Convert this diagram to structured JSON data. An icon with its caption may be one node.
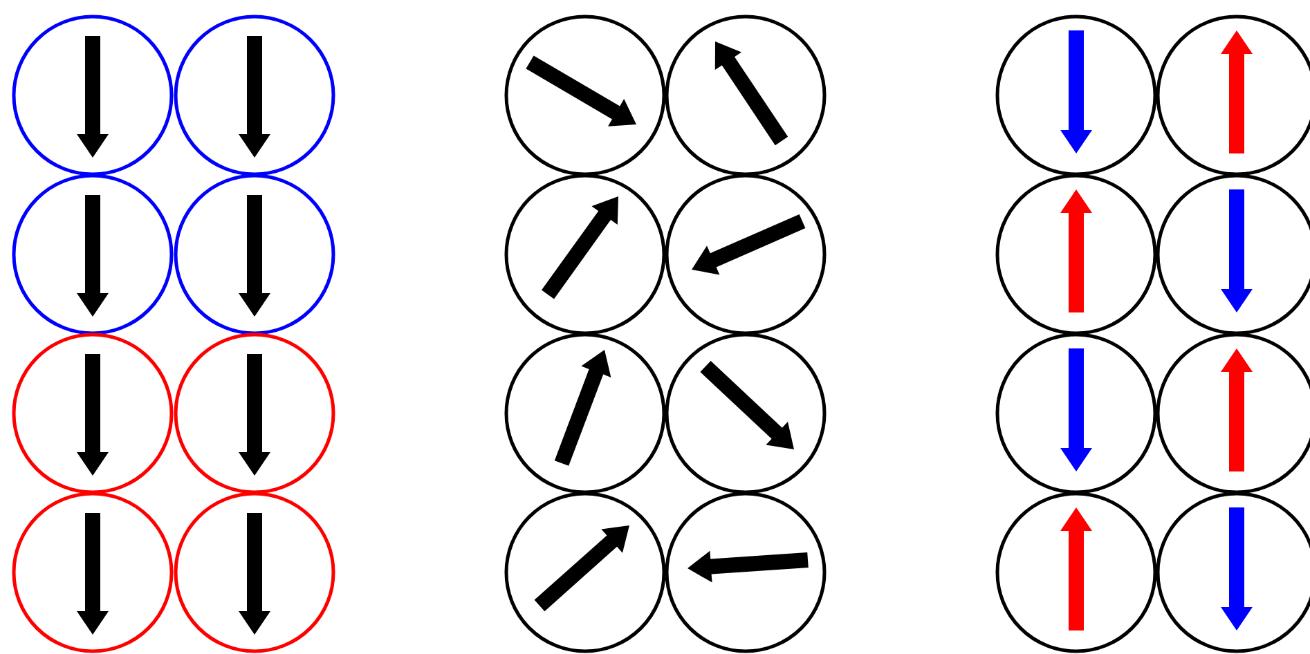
{
  "diagram": {
    "nodes": [
      {
        "text": [],
        "shape": "circle"
      },
      {
        "text": [],
        "shape": "circle"
      },
      {
        "text": [],
        "shape": "circle"
      },
      {
        "text": [],
        "shape": "circle"
      },
      {
        "text": [],
        "shape": "circle"
      },
      {
        "text": [],
        "shape": "circle"
      },
      {
        "text": [],
        "shape": "circle"
      },
      {
        "text": [],
        "shape": "circle"
      },
      {
        "text": [],
        "shape": "circle"
      },
      {
        "text": [],
        "shape": "circle"
      },
      {
        "text": [],
        "shape": "circle"
      },
      {
        "text": [],
        "shape": "circle"
      },
      {
        "text": [],
        "shape": "circle"
      },
      {
        "text": [],
        "shape": "circle"
      },
      {
        "text": [],
        "shape": "circle"
      },
      {
        "text": [],
        "shape": "circle"
      },
      {
        "text": [],
        "shape": "circle"
      },
      {
        "text": [],
        "shape": "circle"
      },
      {
        "text": [],
        "shape": "circle"
      },
      {
        "text": [],
        "shape": "circle"
      },
      {
        "text": [],
        "shape": "circle"
      },
      {
        "text": [],
        "shape": "circle"
      },
      {
        "text": [],
        "shape": "circle"
      },
      {
        "text": [],
        "shape": "circle"
      }
    ]
  }
}
